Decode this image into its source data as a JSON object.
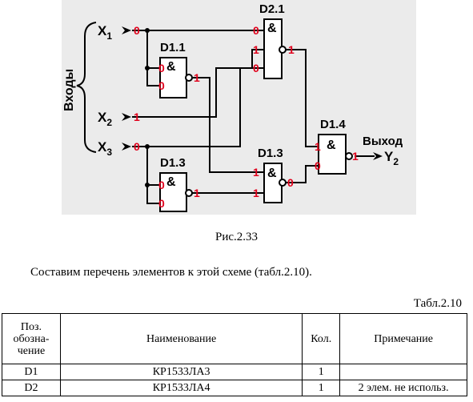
{
  "diagram": {
    "inputs_group_label": "Входы",
    "output_label": "Выход",
    "inputs": [
      {
        "name": "X",
        "sub": "1",
        "value": "0"
      },
      {
        "name": "X",
        "sub": "2",
        "value": "1"
      },
      {
        "name": "X",
        "sub": "3",
        "value": "0"
      }
    ],
    "output": {
      "name": "Y",
      "sub": "2"
    },
    "gates": {
      "d21": {
        "label": "D2.1",
        "symbol": "&",
        "in1": "0",
        "in2": "1",
        "in3": "0",
        "out": "1"
      },
      "d11": {
        "label": "D1.1",
        "symbol": "&",
        "in1": "0",
        "in2": "0",
        "out": "1"
      },
      "d13a": {
        "label": "D1.3",
        "symbol": "&",
        "in1": "0",
        "in2": "0",
        "out": "1"
      },
      "d13b": {
        "label": "D1.3",
        "symbol": "&",
        "in1": "1",
        "in2": "1",
        "out": "0"
      },
      "d14": {
        "label": "D1.4",
        "symbol": "&",
        "in1": "1",
        "in2": "0",
        "out": "1"
      }
    }
  },
  "caption": "Рис.2.33",
  "paragraph": "Составим перечень элементов к этой схеме (табл.2.10).",
  "table_title": "Табл.2.10",
  "table": {
    "headers": {
      "col1_line1": "Поз.",
      "col1_line2": "обозна-",
      "col1_line3": "чение",
      "col2": "Наименование",
      "col3": "Кол.",
      "col4": "Примечание"
    },
    "rows": [
      {
        "pos": "D1",
        "name": "КР1533ЛА3",
        "qty": "1",
        "note": ""
      },
      {
        "pos": "D2",
        "name": "КР1533ЛА4",
        "qty": "1",
        "note": "2 элем. не использ."
      }
    ]
  }
}
